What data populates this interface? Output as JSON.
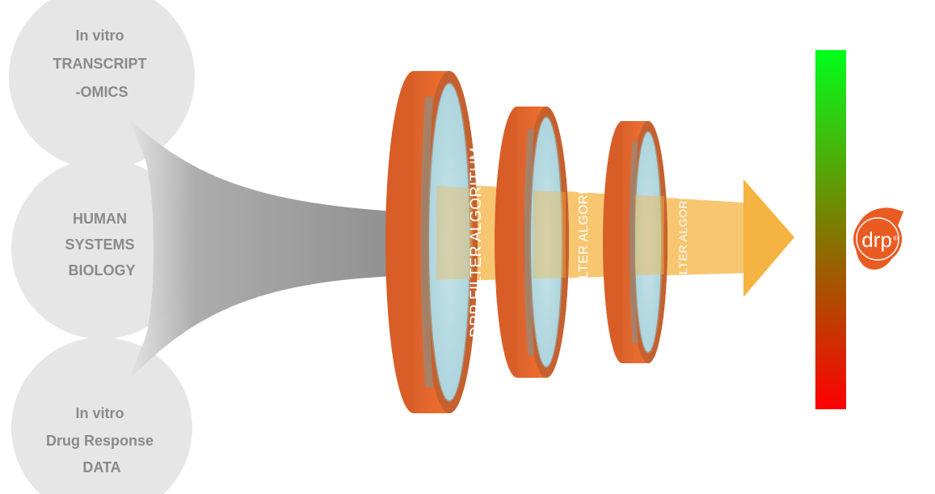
{
  "sources": [
    {
      "id": "transcriptomics",
      "lines": [
        "In vitro",
        "TRANSCRIPT",
        "-OMICS"
      ]
    },
    {
      "id": "systems-biology",
      "lines": [
        "HUMAN",
        "SYSTEMS",
        "BIOLOGY"
      ]
    },
    {
      "id": "drug-response",
      "lines": [
        "In vitro",
        "Drug Response",
        "DATA"
      ]
    }
  ],
  "filters": [
    {
      "label": "DRP FILTER ALGORITHM"
    },
    {
      "label": "DRP FILTER ALGORITHM"
    },
    {
      "label": "DRP FILTER ALGORITHM"
    }
  ],
  "logo": {
    "text": "drp",
    "mark": "®"
  },
  "colors": {
    "source_circle": "#e6e6e6",
    "source_text": "#8a8a8a",
    "funnel": "#8c8c8c",
    "filter_rim": "#ea6a2c",
    "filter_glass": "#b9e3ef",
    "arrow": "#f5b342",
    "scale_top": "#00ff1a",
    "scale_bottom": "#ff0000",
    "logo": "#ea5b22"
  }
}
